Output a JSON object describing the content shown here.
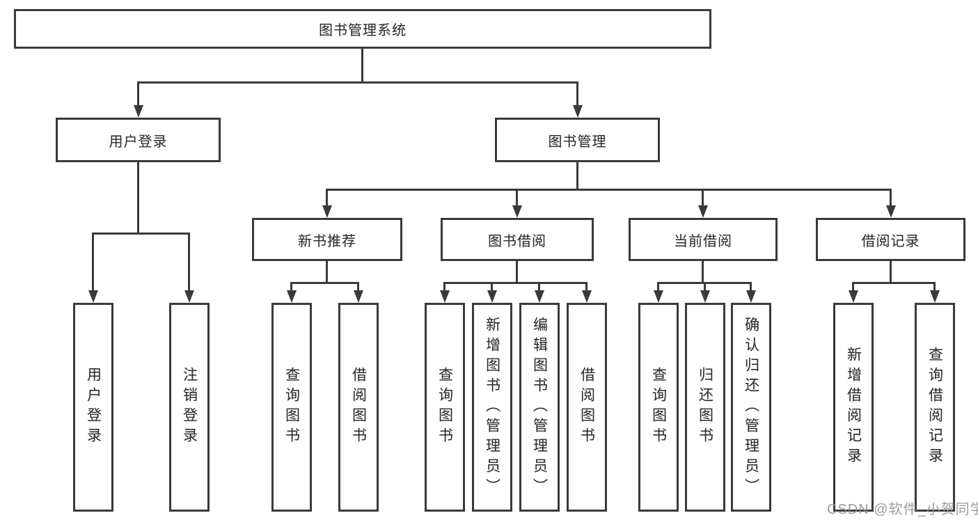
{
  "diagram_title": "图书管理系统",
  "watermark": {
    "text": "CSDN @软件_小贺同学"
  },
  "colors": {
    "line": "#3a3a3a",
    "node_border": "#3a3a3a",
    "node_text": "#2d2d2d",
    "background": "#ffffff",
    "watermark_text": "#919191"
  },
  "nodes": {
    "root": {
      "label": "图书管理系统"
    },
    "user_login": {
      "label": "用户登录"
    },
    "book_mgmt": {
      "label": "图书管理"
    },
    "new_book_recommend": {
      "label": "新书推荐"
    },
    "book_borrow": {
      "label": "图书借阅"
    },
    "current_borrow": {
      "label": "当前借阅"
    },
    "borrow_record": {
      "label": "借阅记录"
    },
    "leaves": {
      "user_login_leaf": {
        "label": "用户登录"
      },
      "logout": {
        "label": "注销登录"
      },
      "nb_query": {
        "label": "查询图书"
      },
      "nb_borrow": {
        "label": "借阅图书"
      },
      "bb_query": {
        "label": "查询图书"
      },
      "bb_add": {
        "label": "新增图书（管理员）"
      },
      "bb_edit": {
        "label": "编辑图书（管理员）"
      },
      "bb_borrow": {
        "label": "借阅图书"
      },
      "cb_query": {
        "label": "查询图书"
      },
      "cb_return": {
        "label": "归还图书"
      },
      "cb_confirm": {
        "label": "确认归还（管理员）"
      },
      "br_add": {
        "label": "新增借阅记录"
      },
      "br_query": {
        "label": "查询借阅记录"
      }
    }
  }
}
